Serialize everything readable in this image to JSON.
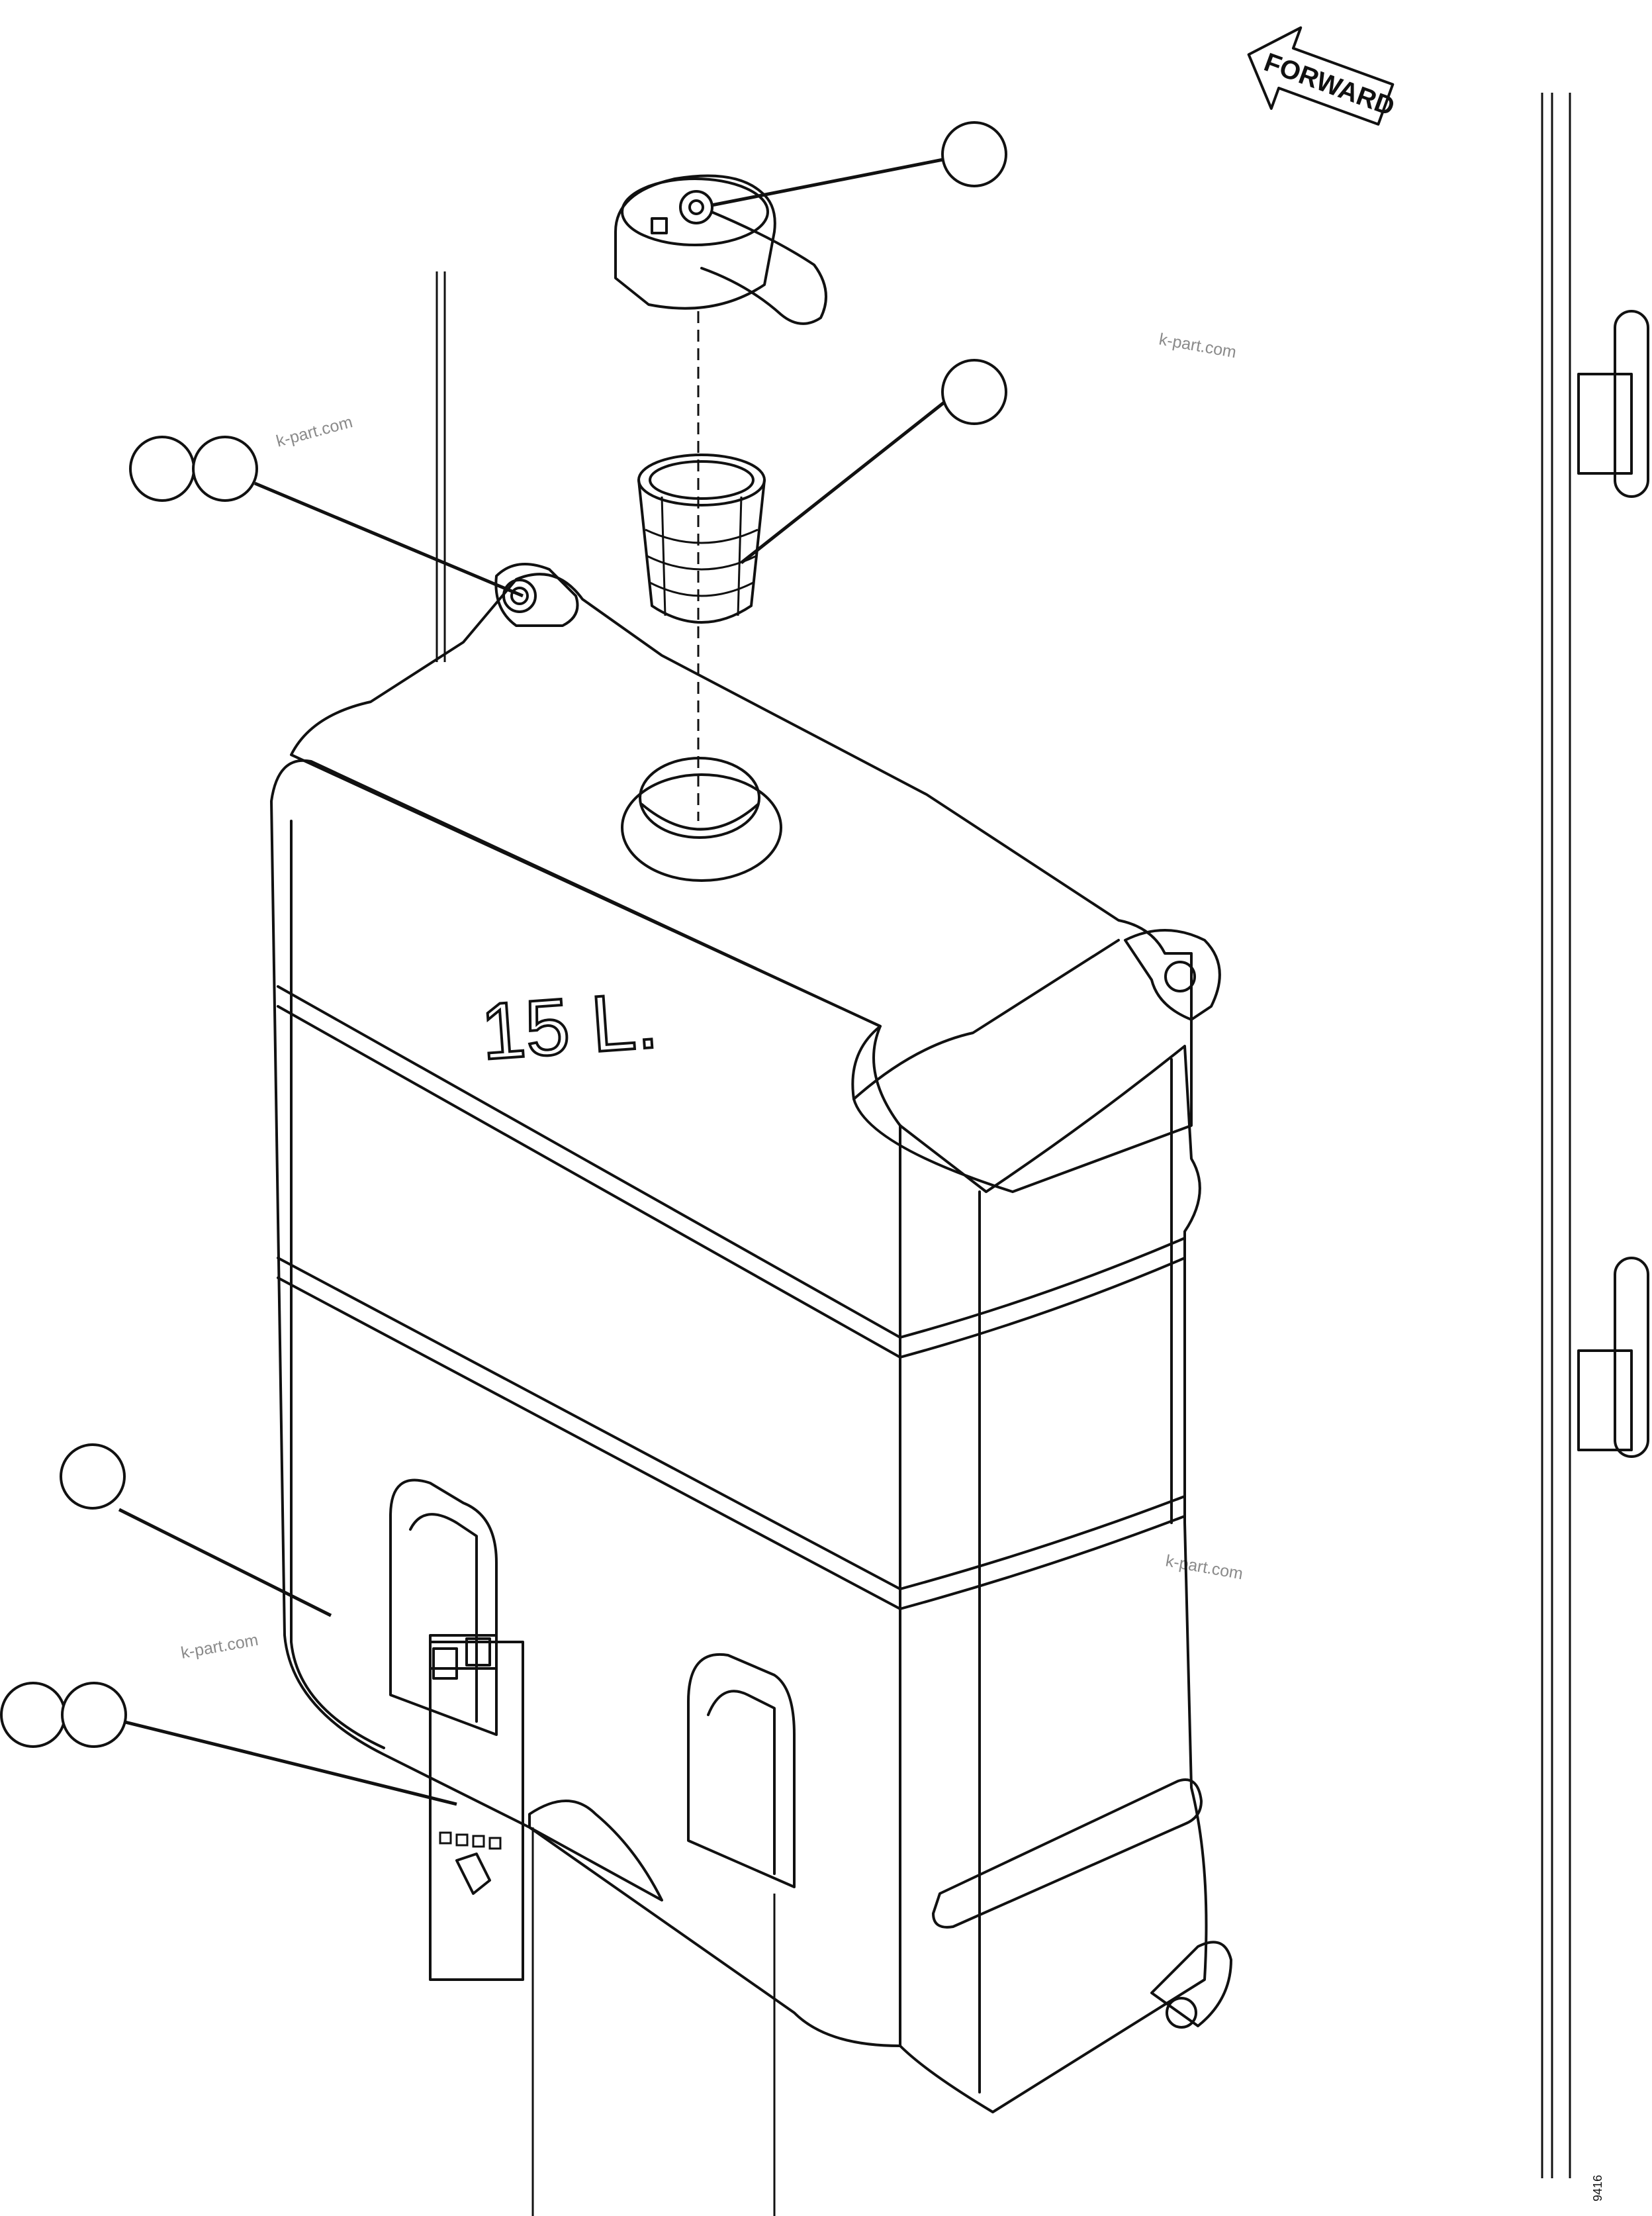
{
  "direction_arrow": {
    "label": "FORWARD"
  },
  "tank": {
    "capacity_marking": "15 L."
  },
  "watermark": "k-part.com",
  "drawing_code": "9416",
  "callouts": [
    {
      "id": "cap"
    },
    {
      "id": "filter"
    },
    {
      "id": "mount-bolt-a"
    },
    {
      "id": "mount-bolt-b"
    },
    {
      "id": "tank"
    },
    {
      "id": "pump-a"
    },
    {
      "id": "pump-b"
    }
  ]
}
